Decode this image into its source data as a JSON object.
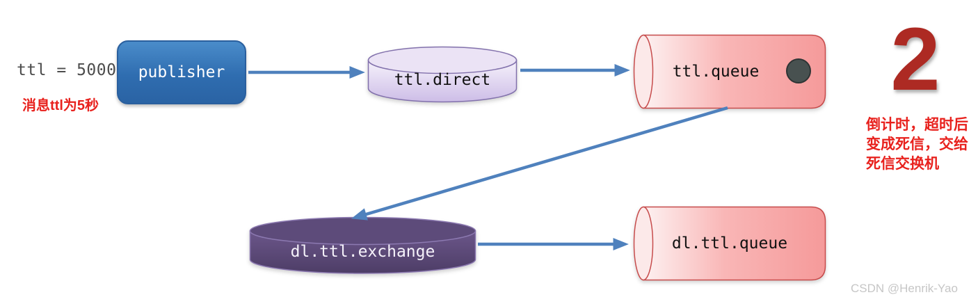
{
  "diagram": {
    "annotations": {
      "ttl_code": "ttl = 5000",
      "ttl_note": "消息ttl为5秒"
    },
    "nodes": {
      "publisher": {
        "label": "publisher",
        "type": "producer"
      },
      "ttl_direct": {
        "label": "ttl.direct",
        "type": "exchange"
      },
      "ttl_queue": {
        "label": "ttl.queue",
        "type": "queue"
      },
      "dl_ttl_exchange": {
        "label": "dl.ttl.exchange",
        "type": "exchange"
      },
      "dl_ttl_queue": {
        "label": "dl.ttl.queue",
        "type": "queue"
      }
    },
    "edges": [
      {
        "from": "publisher",
        "to": "ttl.direct"
      },
      {
        "from": "ttl.direct",
        "to": "ttl.queue"
      },
      {
        "from": "ttl.queue",
        "to": "dl.ttl.exchange"
      },
      {
        "from": "dl.ttl.exchange",
        "to": "dl.ttl.queue"
      }
    ],
    "step": {
      "number": "2",
      "note_lines": [
        "倒计时，超时后",
        "变成死信，交给",
        "死信交换机"
      ]
    },
    "icons": {
      "message_dot": "message-dot-icon"
    },
    "colors": {
      "arrow_blue": "#4f81bd",
      "publisher_blue": "#2f6db0",
      "direct_purple_fill": "#cdbde7",
      "direct_purple_border": "#8271ac",
      "exchange_purple_fill": "#5d4b7a",
      "exchange_purple_border": "#8c79b1",
      "queue_pink_fill": "#f59a9a",
      "queue_border_red": "#c74c4c",
      "message_dot_gray": "#485150",
      "step_red": "#ad2a23",
      "note_red": "#e8211d",
      "code_gray": "#4c4c4c"
    },
    "watermark": "CSDN @Henrik-Yao"
  }
}
